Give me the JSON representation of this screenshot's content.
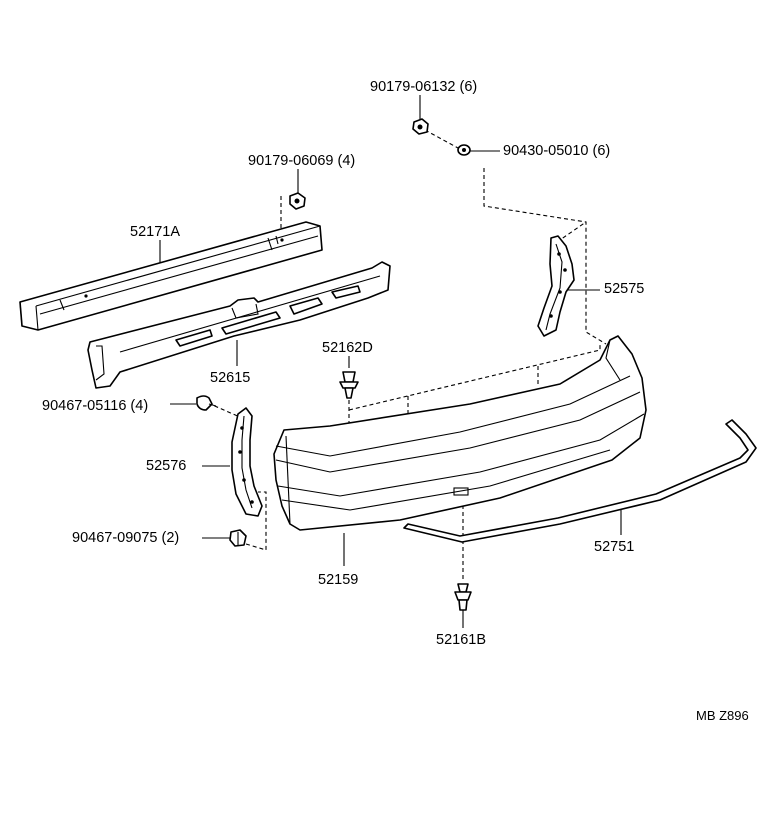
{
  "diagram": {
    "parts": [
      {
        "id": "90179-06132",
        "label": "90179-06132 (6)"
      },
      {
        "id": "90430-05010",
        "label": "90430-05010 (6)"
      },
      {
        "id": "90179-06069",
        "label": "90179-06069 (4)"
      },
      {
        "id": "52171A",
        "label": "52171A"
      },
      {
        "id": "52575",
        "label": "52575"
      },
      {
        "id": "52615",
        "label": "52615"
      },
      {
        "id": "52162D",
        "label": "52162D"
      },
      {
        "id": "90467-05116",
        "label": "90467-05116 (4)"
      },
      {
        "id": "52576",
        "label": "52576"
      },
      {
        "id": "90467-09075",
        "label": "90467-09075 (2)"
      },
      {
        "id": "52159",
        "label": "52159"
      },
      {
        "id": "52751",
        "label": "52751"
      },
      {
        "id": "52161B",
        "label": "52161B"
      }
    ],
    "figure_code": "MB Z896"
  }
}
